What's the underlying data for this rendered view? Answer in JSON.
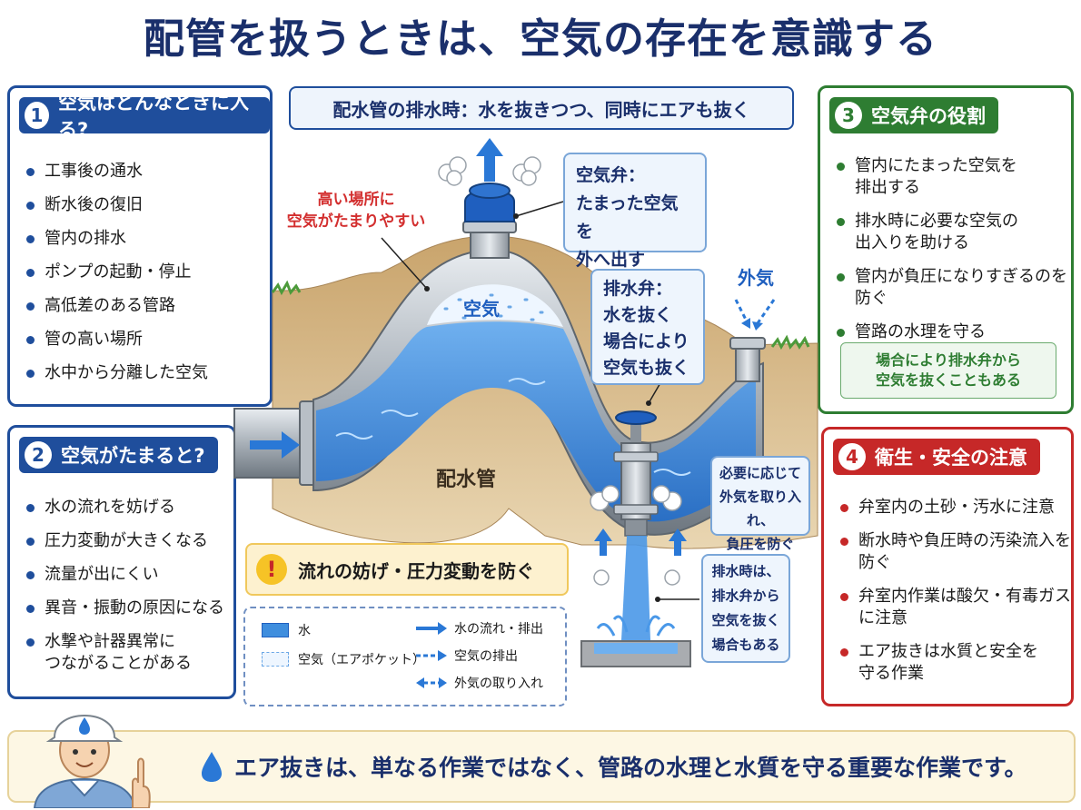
{
  "title": "配管を扱うときは、空気の存在を意識する",
  "top_label": "配水管の排水時：水を抜きつつ、同時にエアも抜く",
  "panel1": {
    "num": "1",
    "heading": "空気はどんなときに入る?",
    "items": [
      "工事後の通水",
      "断水後の復旧",
      "管内の排水",
      "ポンプの起動・停止",
      "高低差のある管路",
      "管の高い場所",
      "水中から分離した空気"
    ]
  },
  "panel2": {
    "num": "2",
    "heading": "空気がたまると?",
    "items": [
      "水の流れを妨げる",
      "圧力変動が大きくなる",
      "流量が出にくい",
      "異音・振動の原因になる",
      "水撃や計器異常に\nつながることがある"
    ]
  },
  "panel3": {
    "num": "3",
    "heading": "空気弁の役割",
    "items": [
      "管内にたまった空気を\n排出する",
      "排水時に必要な空気の\n出入りを助ける",
      "管内が負圧になりすぎるのを\n防ぐ",
      "管路の水理を守る"
    ],
    "note": "場合により排水弁から\n空気を抜くこともある"
  },
  "panel4": {
    "num": "4",
    "heading": "衛生・安全の注意",
    "items": [
      "弁室内の土砂・汚水に注意",
      "断水時や負圧時の汚染流入を\n防ぐ",
      "弁室内作業は酸欠・有毒ガス\nに注意",
      "エア抜きは水質と安全を\n守る作業"
    ]
  },
  "diagram": {
    "air_high_note": "高い場所に\n空気がたまりやすい",
    "air_valve_callout": "空気弁：\nたまった空気を\n外へ出す",
    "drain_valve_callout": "排水弁：\n水を抜く\n場合により\n空気も抜く",
    "outside_air": "外気",
    "air_label": "空気",
    "pipe_label": "配水管",
    "intake_callout": "必要に応じて\n外気を取り入れ、\n負圧を防ぐ",
    "drain_air_callout": "排水時は、\n排水弁から\n空気を抜く\n場合もある"
  },
  "warning": {
    "icon": "!",
    "text": "流れの妨げ・圧力変動を防ぐ"
  },
  "legend": {
    "water": "水",
    "air_pocket": "空気（エアポケット）",
    "water_flow": "水の流れ・排出",
    "air_discharge": "空気の排出",
    "air_intake": "外気の取り入れ"
  },
  "footer": "エア抜きは、単なる作業ではなく、管路の水理と水質を守る重要な作業です。",
  "colors": {
    "navy": "#1a2f6b",
    "blue": "#1f4e9c",
    "green": "#2e7d32",
    "red": "#c62828",
    "water": "#3f8ede",
    "soil": "#d8bd90"
  }
}
